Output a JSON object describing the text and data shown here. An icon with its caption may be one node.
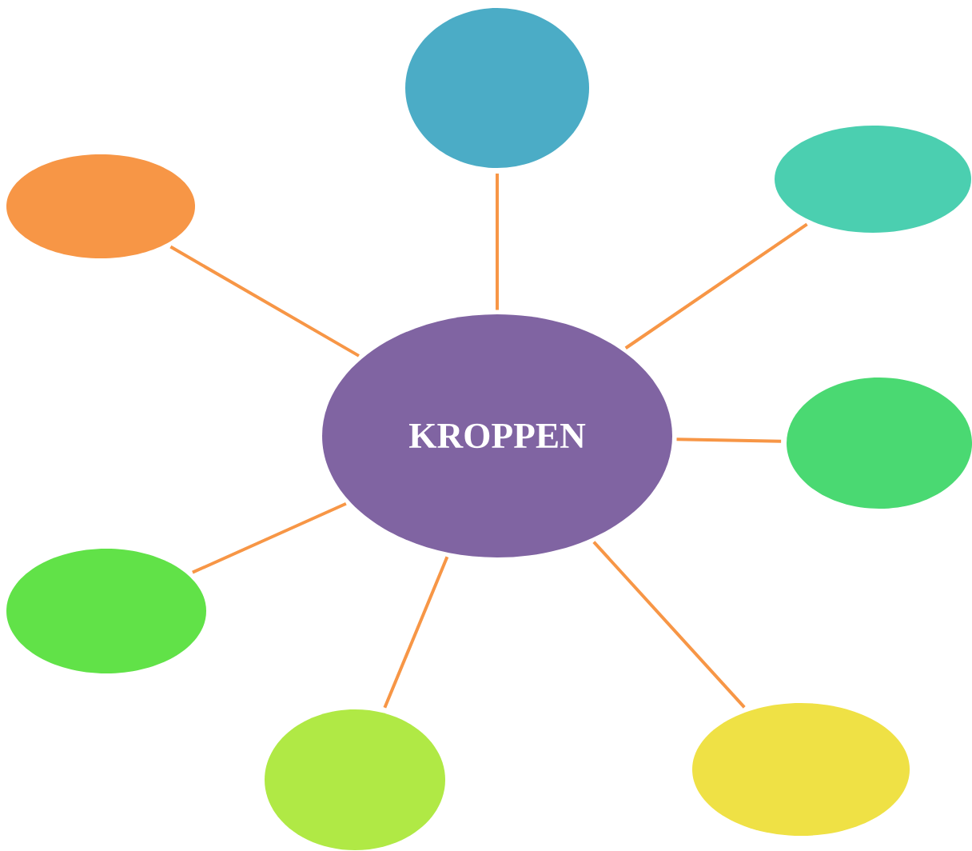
{
  "diagram": {
    "nodes": [
      {
        "text": [],
        "shape": "ellipse"
      },
      {
        "text": [],
        "shape": "ellipse"
      },
      {
        "text": [],
        "shape": "ellipse"
      },
      {
        "text": [
          "KROPPEN"
        ]
      },
      {
        "text": [],
        "shape": "ellipse"
      },
      {
        "text": [],
        "shape": "ellipse"
      },
      {
        "text": [],
        "shape": "ellipse"
      },
      {
        "text": [],
        "shape": "ellipse"
      }
    ],
    "edges": [
      {
        "from": 3,
        "to": 0,
        "arrow": "none"
      },
      {
        "from": 3,
        "to": 1,
        "arrow": "none"
      },
      {
        "from": 3,
        "to": 2,
        "arrow": "none"
      },
      {
        "from": 3,
        "to": 4,
        "arrow": "none"
      },
      {
        "from": 3,
        "to": 5,
        "arrow": "none"
      },
      {
        "from": 3,
        "to": 6,
        "arrow": "none"
      },
      {
        "from": 3,
        "to": 7,
        "arrow": "none"
      }
    ]
  }
}
